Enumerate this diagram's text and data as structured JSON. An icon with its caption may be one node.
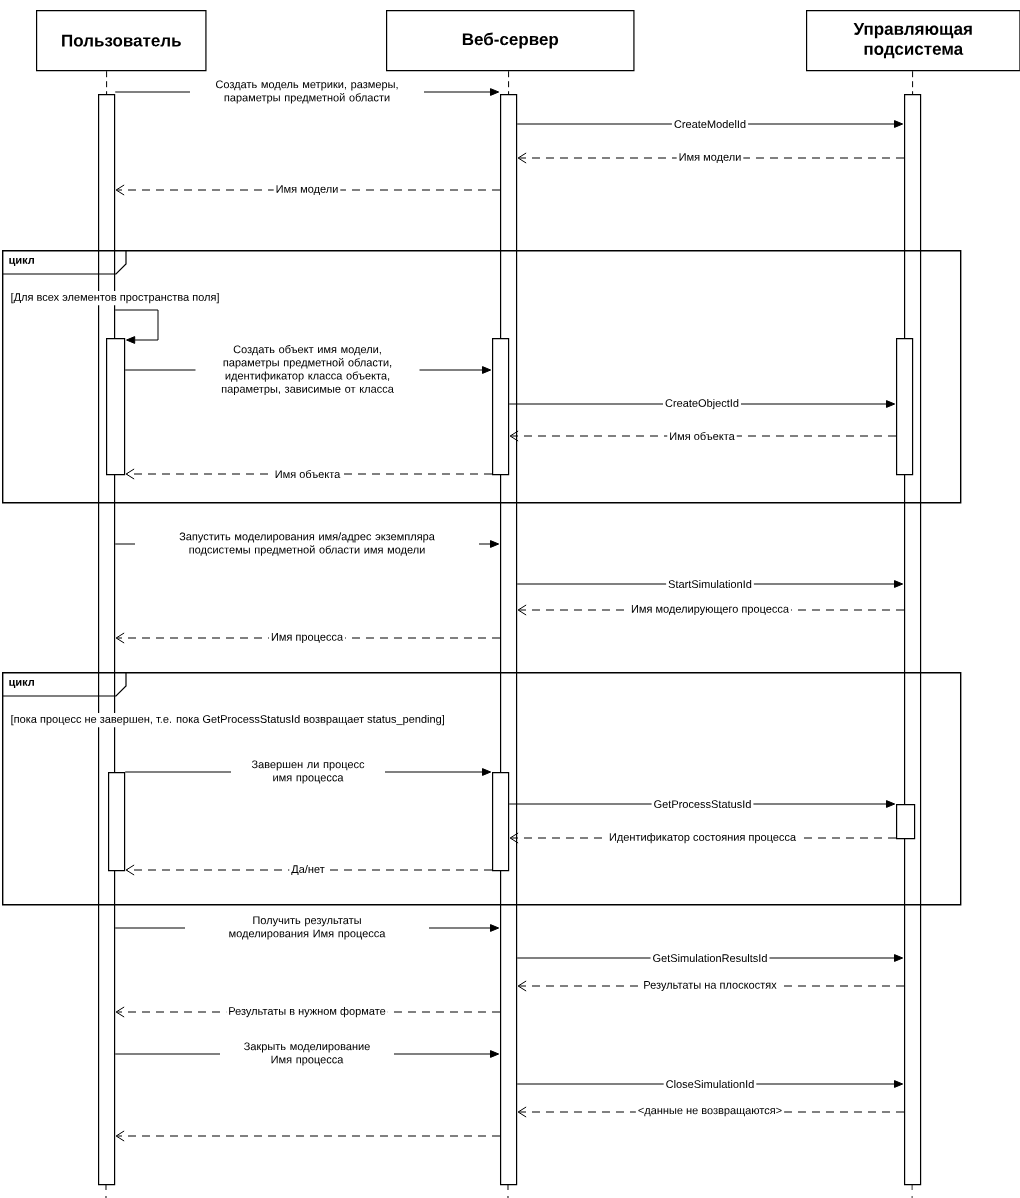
{
  "diagram": {
    "nodes": [
      {
        "text": [
          "Пользователь"
        ]
      },
      {
        "text": [
          "Веб-сервер"
        ]
      },
      {
        "text": [
          "Управляющая подсистема"
        ]
      },
      {
        "text": [],
        "shape": "bar"
      },
      {
        "text": [],
        "shape": "bar"
      },
      {
        "text": [],
        "shape": "bar"
      },
      {
        "text": [
          "цикл",
          "[Для всех элементов пространства поля]"
        ]
      },
      {
        "text": [],
        "shape": "bar",
        "in": 6
      },
      {
        "text": [],
        "shape": "bar",
        "in": 6
      },
      {
        "text": [],
        "shape": "bar",
        "in": 6
      },
      {
        "text": [
          "цикл",
          "[пока процесс не завершен, т.е. пока GetProcessStatusId возвращает status_pending]"
        ]
      },
      {
        "text": [],
        "shape": "bar",
        "in": 10
      },
      {
        "text": [],
        "shape": "bar",
        "in": 10
      },
      {
        "text": [],
        "shape": "bar",
        "in": 10
      }
    ],
    "edges": [
      {
        "from": 0,
        "to": 3,
        "arrow": "none",
        "style": "dashed"
      },
      {
        "from": 1,
        "to": 4,
        "arrow": "none",
        "style": "dashed"
      },
      {
        "from": 2,
        "to": 5,
        "arrow": "none",
        "style": "dashed"
      },
      {
        "from": 3,
        "to": 4,
        "arrow": "to",
        "label": "Создать модель метрики, размеры, параметры предметной области"
      },
      {
        "from": 4,
        "to": 5,
        "arrow": "to",
        "label": "CreateModelId"
      },
      {
        "from": 5,
        "to": 4,
        "arrow": "to",
        "label": "Имя модели",
        "style": "dashed"
      },
      {
        "from": 4,
        "to": 3,
        "arrow": "to",
        "label": "Имя модели",
        "style": "dashed"
      },
      {
        "from": 3,
        "to": 7,
        "arrow": "to"
      },
      {
        "from": 7,
        "to": 8,
        "arrow": "to",
        "label": "Создать объект имя модели, параметры предметной области, идентификатор класса объекта, параметры, зависимые от класса"
      },
      {
        "from": 8,
        "to": 9,
        "arrow": "to",
        "label": "CreateObjectId"
      },
      {
        "from": 9,
        "to": 8,
        "arrow": "to",
        "label": "Имя объекта",
        "style": "dashed"
      },
      {
        "from": 8,
        "to": 7,
        "arrow": "to",
        "label": "Имя объекта",
        "style": "dashed"
      },
      {
        "from": 3,
        "to": 4,
        "arrow": "to",
        "label": "Запустить моделирования имя/адрес экземпляра подсистемы предметной области имя модели"
      },
      {
        "from": 4,
        "to": 5,
        "arrow": "to",
        "label": "StartSimulationId"
      },
      {
        "from": 5,
        "to": 4,
        "arrow": "to",
        "label": "Имя моделирующего процесса",
        "style": "dashed"
      },
      {
        "from": 4,
        "to": 3,
        "arrow": "to",
        "label": "Имя процесса",
        "style": "dashed"
      },
      {
        "from": 11,
        "to": 12,
        "arrow": "to",
        "label": "Завершен ли процесс имя процесса"
      },
      {
        "from": 12,
        "to": 13,
        "arrow": "to",
        "label": "GetProcessStatusId"
      },
      {
        "from": 13,
        "to": 12,
        "arrow": "to",
        "label": "Идентификатор состояния процесса",
        "style": "dashed"
      },
      {
        "from": 12,
        "to": 11,
        "arrow": "to",
        "label": "Да/нет",
        "style": "dashed"
      },
      {
        "from": 3,
        "to": 4,
        "arrow": "to",
        "label": "Получить результаты моделирования Имя процесса"
      },
      {
        "from": 4,
        "to": 5,
        "arrow": "to",
        "label": "GetSimulationResultsId"
      },
      {
        "from": 5,
        "to": 4,
        "arrow": "to",
        "label": "Результаты на плоскостях",
        "style": "dashed"
      },
      {
        "from": 4,
        "to": 3,
        "arrow": "to",
        "label": "Результаты в нужном формате",
        "style": "dashed"
      },
      {
        "from": 3,
        "to": 4,
        "arrow": "to",
        "label": "Закрыть моделирование Имя процесса"
      },
      {
        "from": 4,
        "to": 5,
        "arrow": "to",
        "label": "CloseSimulationId"
      },
      {
        "from": 5,
        "to": 4,
        "arrow": "to",
        "label": "<данные не возвращаются>",
        "style": "dashed"
      },
      {
        "from": 4,
        "to": 3,
        "arrow": "to",
        "style": "dashed"
      }
    ]
  }
}
